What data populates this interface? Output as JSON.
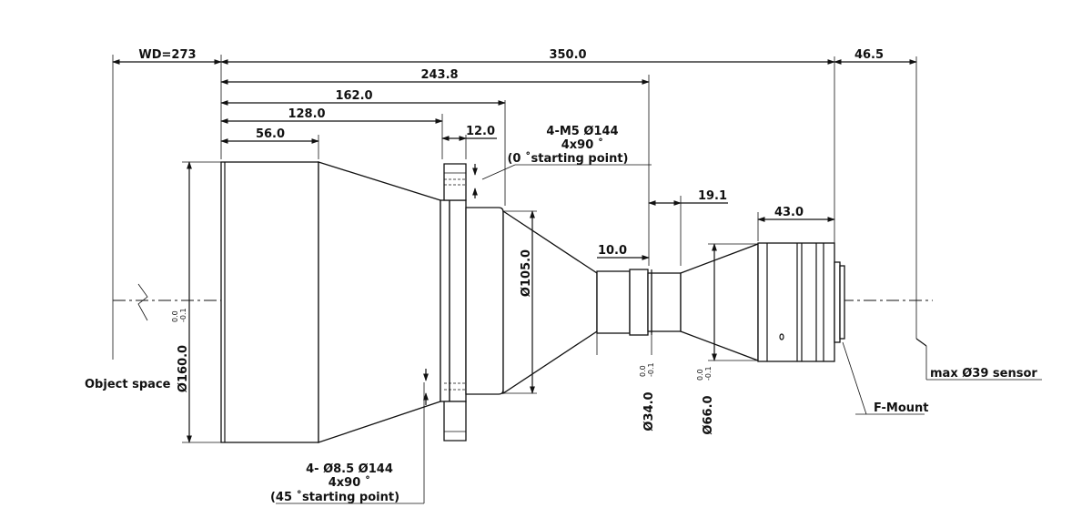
{
  "dimensions": {
    "wd": "WD=273",
    "total_length": "350.0",
    "flange_offset": "46.5",
    "d_243_8": "243.8",
    "d_162_0": "162.0",
    "d_128_0": "128.0",
    "d_56_0": "56.0",
    "d_12_0": "12.0",
    "d_19_1": "19.1",
    "d_43_0": "43.0",
    "d_10_0": "10.0"
  },
  "diameters": {
    "d160": "Ø160.0",
    "d105": "Ø105.0",
    "d34": "Ø34.0",
    "d66": "Ø66.0"
  },
  "tolerances": {
    "upper": "0.0",
    "lower": "-0.1"
  },
  "notes": {
    "screw_line1": "4-M5   Ø144",
    "screw_line2": "4x90 ˚",
    "screw_line3": "(0 ˚starting point)",
    "hole_line1": "4- Ø8.5    Ø144",
    "hole_line2": "4x90 ˚",
    "hole_line3": "(45 ˚starting point)"
  },
  "labels": {
    "object_space": "Object space",
    "f_mount": "F-Mount",
    "sensor": "max Ø39 sensor"
  }
}
